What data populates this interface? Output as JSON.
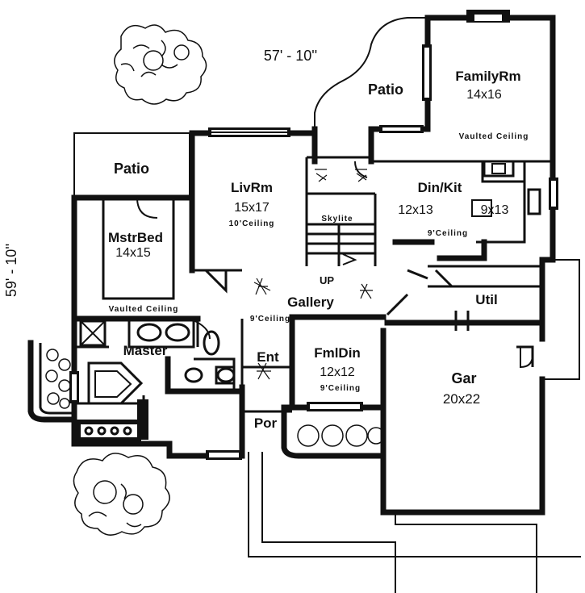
{
  "dimensions": {
    "width_label": "57' - 10''",
    "depth_label": "59' - 10''"
  },
  "rooms": {
    "patio_top": "Patio",
    "family": {
      "name": "FamilyRm",
      "size": "14x16",
      "note": "Vaulted Ceiling"
    },
    "patio_left": "Patio",
    "living": {
      "name": "LivRm",
      "size": "15x17",
      "note": "10'Ceiling"
    },
    "skylite": "Skylite",
    "dinkit": {
      "name": "Din/Kit",
      "size": "12x13",
      "note": "9'Ceiling",
      "boxed": "9x13"
    },
    "master_bed": {
      "name": "MstrBed",
      "size": "14x15",
      "note": "Vaulted Ceiling"
    },
    "up": "UP",
    "gallery": {
      "name": "Gallery",
      "note": "9'Ceiling"
    },
    "util": "Util",
    "master": "Master",
    "entry": "Ent",
    "fmldin": {
      "name": "FmlDin",
      "size": "12x12",
      "note": "9'Ceiling"
    },
    "garage": {
      "name": "Gar",
      "size": "20x22"
    },
    "porch": "Por"
  }
}
